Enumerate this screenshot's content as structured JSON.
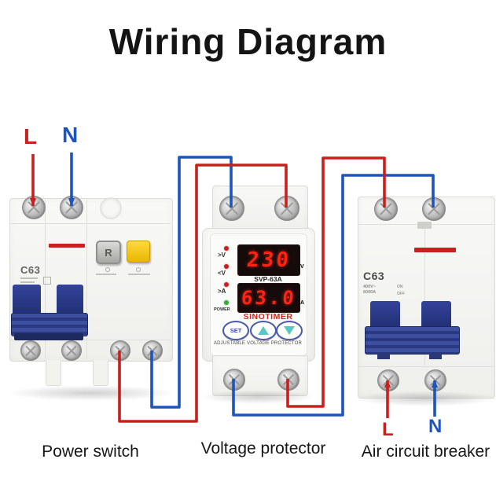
{
  "title": "Wiring Diagram",
  "wiring": {
    "live_color": "#c8201d",
    "neutral_color": "#1d55bb",
    "input": {
      "live_label": "L",
      "neutral_label": "N"
    },
    "output": {
      "live_label": "L",
      "neutral_label": "N"
    }
  },
  "devices": {
    "power_switch": {
      "caption": "Power switch",
      "model": "C63",
      "reset_button_label": "R"
    },
    "voltage_protector": {
      "caption": "Voltage protector",
      "brand": "SINOTIMER",
      "model": "SVP-63A",
      "voltage_value": "230",
      "voltage_unit": "V",
      "current_value": "63.0",
      "current_unit": "A",
      "indicators": [
        {
          "label": ">V",
          "color": "#cc2020"
        },
        {
          "label": "<V",
          "color": "#cc2020"
        },
        {
          "label": ">A",
          "color": "#cc2020"
        },
        {
          "label": "POWER",
          "color": "#35b02f"
        }
      ],
      "set_button_label": "SET",
      "footer": "ADJUSTABLE VOLTAGE PROTECTOR"
    },
    "air_circuit_breaker": {
      "caption": "Air circuit breaker",
      "model": "C63",
      "specs": [
        "400V~",
        "6000A"
      ],
      "on_label": "ON",
      "off_label": "OFF"
    }
  }
}
